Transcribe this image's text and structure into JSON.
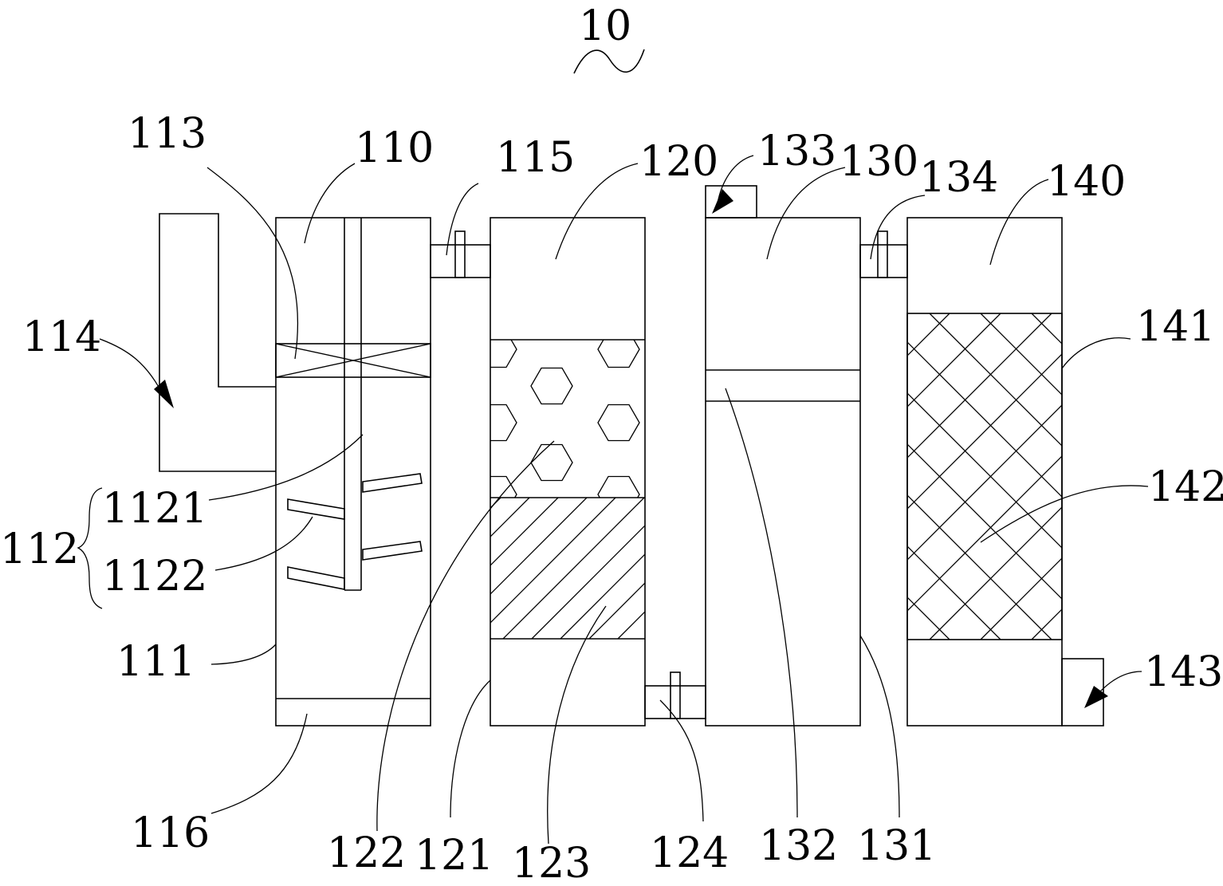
{
  "figure": {
    "labels": {
      "system": "10",
      "first_tank": "110",
      "first_tank_wall": "111",
      "agitator_group": "112",
      "agitator_shaft": "1121",
      "agitator_blades": "1122",
      "screen": "113",
      "dosing_box": "114",
      "first_connector": "115",
      "sludge_outlet": "116",
      "second_tank": "120",
      "second_tank_wall": "121",
      "honeycomb_layer": "122",
      "packing_layer": "123",
      "second_connector": "124",
      "third_tank": "130",
      "third_tank_wall": "131",
      "membrane_plate": "132",
      "vent": "133",
      "third_connector": "134",
      "fourth_tank": "140",
      "fourth_tank_wall": "141",
      "filter_layer": "142",
      "water_outlet": "143"
    }
  }
}
